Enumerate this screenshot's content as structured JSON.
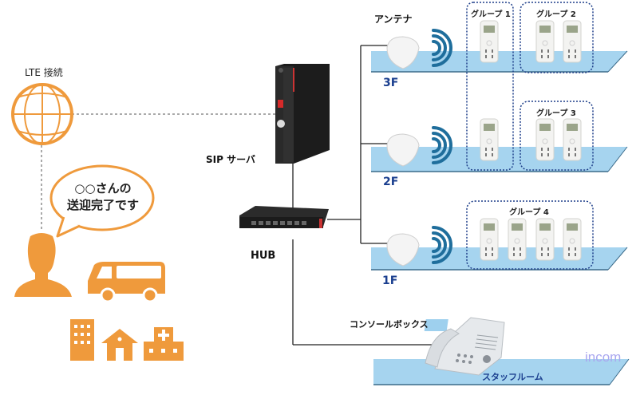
{
  "labels": {
    "lte": "LTE 接続",
    "sip_server": "SIP サーバ",
    "hub": "HUB",
    "antenna": "アンテナ",
    "console_box": "コンソールボックス",
    "staff_room": "スタッフルーム",
    "watermark": "incom"
  },
  "bubble": {
    "line1": "○○さんの",
    "line2": "送迎完了です"
  },
  "floors": [
    {
      "label": "3F"
    },
    {
      "label": "2F"
    },
    {
      "label": "1F"
    }
  ],
  "groups": [
    {
      "label": "グループ 1"
    },
    {
      "label": "グループ 2"
    },
    {
      "label": "グループ 3"
    },
    {
      "label": "グループ 4"
    }
  ],
  "icons": [
    "globe-icon",
    "person-icon",
    "van-icon",
    "building-icon",
    "house-icon",
    "hospital-icon",
    "server-icon",
    "hub-icon",
    "antenna-icon",
    "wifi-signal-icon",
    "terminal-device-icon",
    "desk-phone-icon"
  ],
  "colors": {
    "orange": "#ef9a3c",
    "floor_fill": "#a6d4ef",
    "floor_edge": "#3b6b8a",
    "floor_label": "#1b3f8f",
    "signal": "#1f6e9c",
    "group_border": "#1e3f8a"
  }
}
